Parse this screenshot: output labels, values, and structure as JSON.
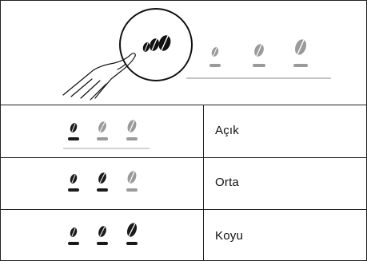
{
  "levels": [
    {
      "label": "Açık",
      "active_count": 1
    },
    {
      "label": "Orta",
      "active_count": 2
    },
    {
      "label": "Koyu",
      "active_count": 3
    }
  ],
  "colors": {
    "active": "#1a1a1a",
    "inactive": "#9a9a9a",
    "line": "#222222"
  },
  "icons": {
    "bean": "coffee-bean-icon",
    "hand": "pointing-hand-icon",
    "button": "strength-button-icon"
  }
}
